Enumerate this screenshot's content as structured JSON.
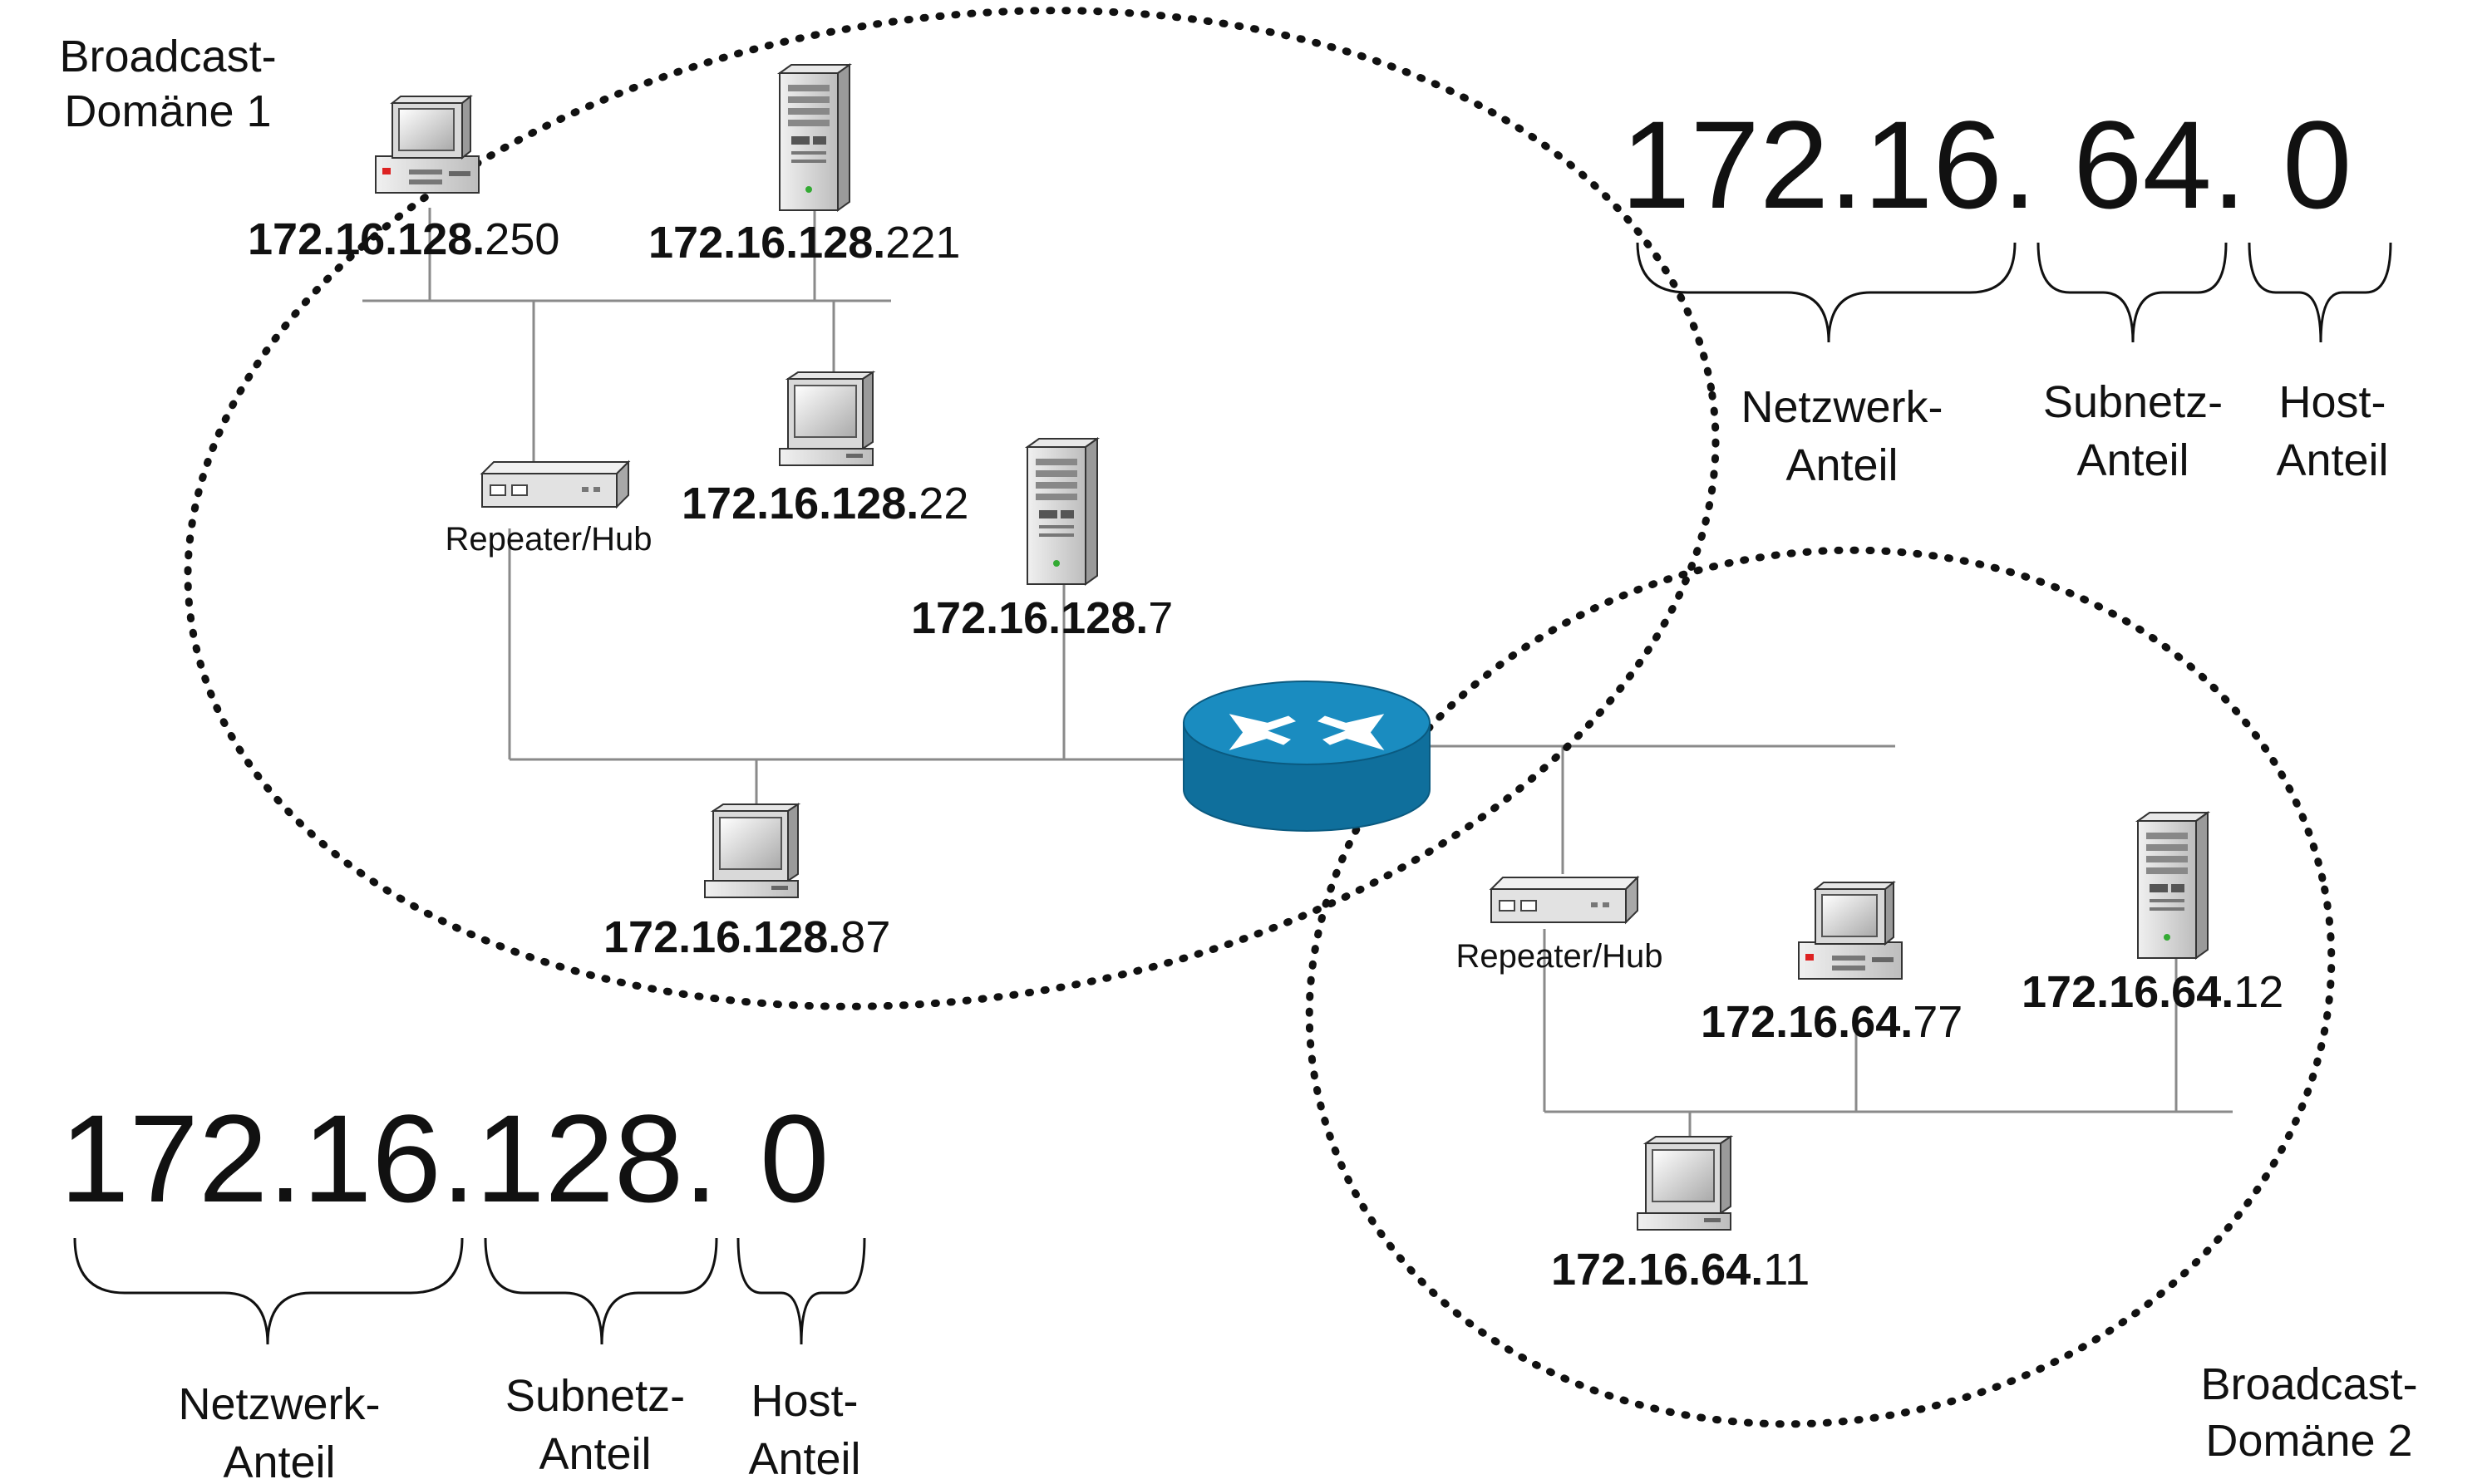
{
  "domains": [
    {
      "label_line1": "Broadcast-",
      "label_line2": "Domäne 1"
    },
    {
      "label_line1": "Broadcast-",
      "label_line2": "Domäne 2"
    }
  ],
  "hosts_domain1": [
    {
      "net": "172.16.128.",
      "host": "250",
      "icon": "desktop-pc-icon"
    },
    {
      "net": "172.16.128.",
      "host": "221",
      "icon": "tower-server-icon"
    },
    {
      "net": "172.16.128.",
      "host": "22",
      "icon": "monitor-icon"
    },
    {
      "net": "172.16.128.",
      "host": "7",
      "icon": "tower-server-icon"
    },
    {
      "net": "172.16.128.",
      "host": "87",
      "icon": "monitor-icon"
    }
  ],
  "hosts_domain2": [
    {
      "net": "172.16.64.",
      "host": "77",
      "icon": "desktop-pc-icon"
    },
    {
      "net": "172.16.64.",
      "host": "12",
      "icon": "tower-server-icon"
    },
    {
      "net": "172.16.64.",
      "host": "11",
      "icon": "monitor-icon"
    }
  ],
  "devices": {
    "hub1": "Repeater/Hub",
    "hub2": "Repeater/Hub",
    "router_icon": "router-icon"
  },
  "address_top": {
    "p1": "172.16.",
    "p2": "64.",
    "p3": "0",
    "network": [
      "Netzwerk-",
      "Anteil"
    ],
    "subnet": [
      "Subnetz-",
      "Anteil"
    ],
    "host": [
      "Host-",
      "Anteil"
    ]
  },
  "address_bottom": {
    "p1": "172.16.",
    "p2": "128.",
    "p3": "0",
    "network": [
      "Netzwerk-",
      "Anteil"
    ],
    "subnet": [
      "Subnetz-",
      "Anteil"
    ],
    "host": [
      "Host-",
      "Anteil"
    ]
  },
  "colors": {
    "router": "#1a8cc0",
    "router_dark": "#0f6f9c",
    "line": "#888888",
    "dots": "#111111"
  }
}
